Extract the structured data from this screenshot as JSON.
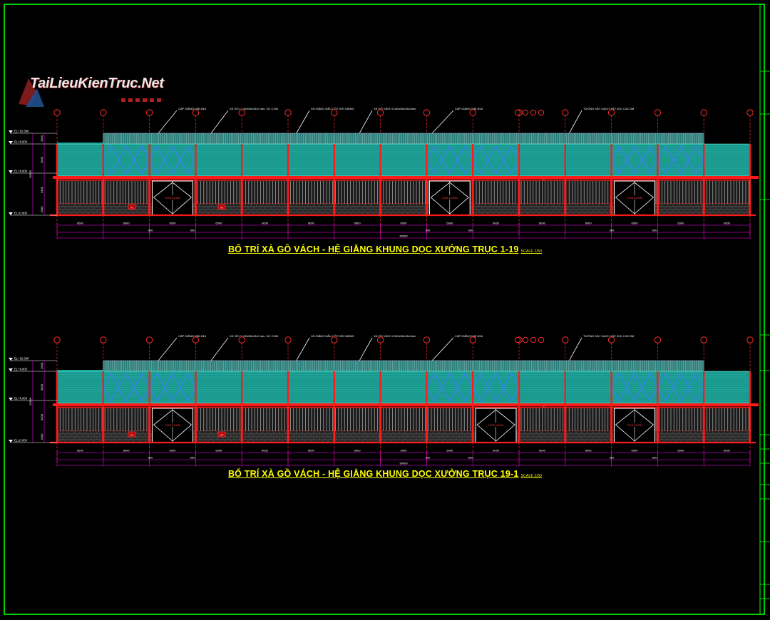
{
  "watermark": {
    "text": "TaiLieuKienTruc.Net"
  },
  "colors": {
    "background": "#000000",
    "frame": "#00ff00",
    "red_frame": "#ff1a1a",
    "cladding": "#1fa59a",
    "diamond": "#3d7fff",
    "dimension": "#ff00ff",
    "level": "#ffffff",
    "title": "#ffff00"
  },
  "elevations": [
    {
      "id": "elev-1",
      "title": "BỐ TRÍ XÀ GỒ VÁCH - HỆ GIẰNG KHUNG DỌC XƯỞNG TRỤC 1-19",
      "scale_label": "SCALE 1/50",
      "door_label": "CỬA CUỐN",
      "door_bays": [
        2,
        8,
        12
      ]
    },
    {
      "id": "elev-2",
      "title": "BỐ TRÍ XÀ GỒ VÁCH - HỆ GIẰNG KHUNG DỌC XƯỞNG TRỤC 19-1",
      "scale_label": "SCALE 1/50",
      "door_label": "CỬA CUỐN",
      "door_bays": [
        2,
        9,
        12
      ]
    }
  ],
  "levels": [
    "EL+10.300",
    "EL+9.000",
    "EL+6.000",
    "EL±0.000"
  ],
  "vertical_dims": [
    "1500",
    "3000",
    "10300",
    "3400",
    "2000"
  ],
  "bay_dims": [
    "6000",
    "6000",
    "6000",
    "6000",
    "6000",
    "6000",
    "6000",
    "6000",
    "6000",
    "6000",
    "6000",
    "6000",
    "6000",
    "6000",
    "6000"
  ],
  "sub_dims": [
    "500",
    "500",
    "500",
    "500",
    "500",
    "500"
  ],
  "total_dim": "90000",
  "callouts": [
    "CÁP GIẰNG MÁI Ø16",
    "XÀ GỒ C 150x50x15x2 mm, XG C150",
    "XÀ GIẰNG ĐẦU CỘT HỒI GIẰNG",
    "XÀ GỒ VÁCH C150x50x15x2mm",
    "CÁP GIẰNG MÁI Ø16",
    "TƯỜNG XÂY GẠCH XÂY 200, CAO 2M"
  ],
  "door_tags": [
    "V1",
    "V2"
  ]
}
